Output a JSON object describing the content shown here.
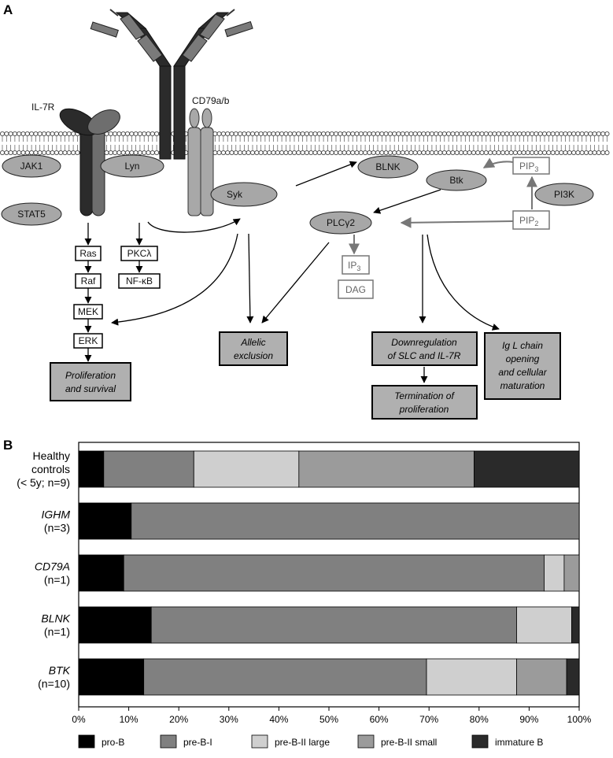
{
  "panel_a": {
    "label": "A",
    "receptor_il7r": "IL-7R",
    "receptor_cd79": "CD79a/b",
    "nodes": {
      "jak1": "JAK1",
      "lyn": "Lyn",
      "stat5": "STAT5",
      "syk": "Syk",
      "blnk": "BLNK",
      "btk": "Btk",
      "pi3k": "PI3K",
      "plcg2": "PLCγ2"
    },
    "lipids": {
      "pip3_base": "PIP",
      "pip3_sub": "3",
      "pip2_base": "PIP",
      "pip2_sub": "2",
      "ip3_base": "IP",
      "ip3_sub": "3",
      "dag": "DAG"
    },
    "kinases": {
      "ras": "Ras",
      "raf": "Raf",
      "mek": "MEK",
      "erk": "ERK",
      "pkc": "PKCλ",
      "nfkb": "NF-κB"
    },
    "outcomes": {
      "prolif_1": "Proliferation",
      "prolif_2": "and survival",
      "allelic_1": "Allelic",
      "allelic_2": "exclusion",
      "downreg_1": "Downregulation",
      "downreg_2": "of SLC and IL-7R",
      "term_1": "Termination of",
      "term_2": "proliferation",
      "igl_1": "Ig L chain",
      "igl_2": "opening",
      "igl_3": "and cellular",
      "igl_4": "maturation"
    }
  },
  "panel_b": {
    "label": "B"
  },
  "chart_data": {
    "type": "bar",
    "orientation": "horizontal",
    "stacked": true,
    "categories": [
      {
        "line1": "Healthy",
        "line2": "controls",
        "line3": "(< 5y; n=9)",
        "italic_first": false
      },
      {
        "line1": "IGHM",
        "line2": "(n=3)",
        "line3": "",
        "italic_first": true
      },
      {
        "line1": "CD79A",
        "line2": "(n=1)",
        "line3": "",
        "italic_first": true
      },
      {
        "line1": "BLNK",
        "line2": "(n=1)",
        "line3": "",
        "italic_first": true
      },
      {
        "line1": "BTK",
        "line2": "(n=10)",
        "line3": "",
        "italic_first": true
      }
    ],
    "series": [
      {
        "name": "pro-B",
        "color": "#000000",
        "values": [
          5,
          10.5,
          9,
          14.5,
          13
        ]
      },
      {
        "name": "pre-B-I",
        "color": "#808080",
        "values": [
          18,
          89.5,
          84,
          73,
          56.5
        ]
      },
      {
        "name": "pre-B-II large",
        "color": "#cfcfcf",
        "values": [
          21,
          0,
          4,
          11,
          18
        ]
      },
      {
        "name": "pre-B-II small",
        "color": "#9b9b9b",
        "values": [
          35,
          0,
          3,
          0,
          10
        ]
      },
      {
        "name": "immature B",
        "color": "#2a2a2a",
        "values": [
          21,
          0,
          0,
          1.5,
          2.5
        ]
      }
    ],
    "xlim": [
      0,
      100
    ],
    "x_ticks": [
      "0%",
      "10%",
      "20%",
      "30%",
      "40%",
      "50%",
      "60%",
      "70%",
      "80%",
      "90%",
      "100%"
    ],
    "legend_position": "bottom",
    "grid": false
  }
}
